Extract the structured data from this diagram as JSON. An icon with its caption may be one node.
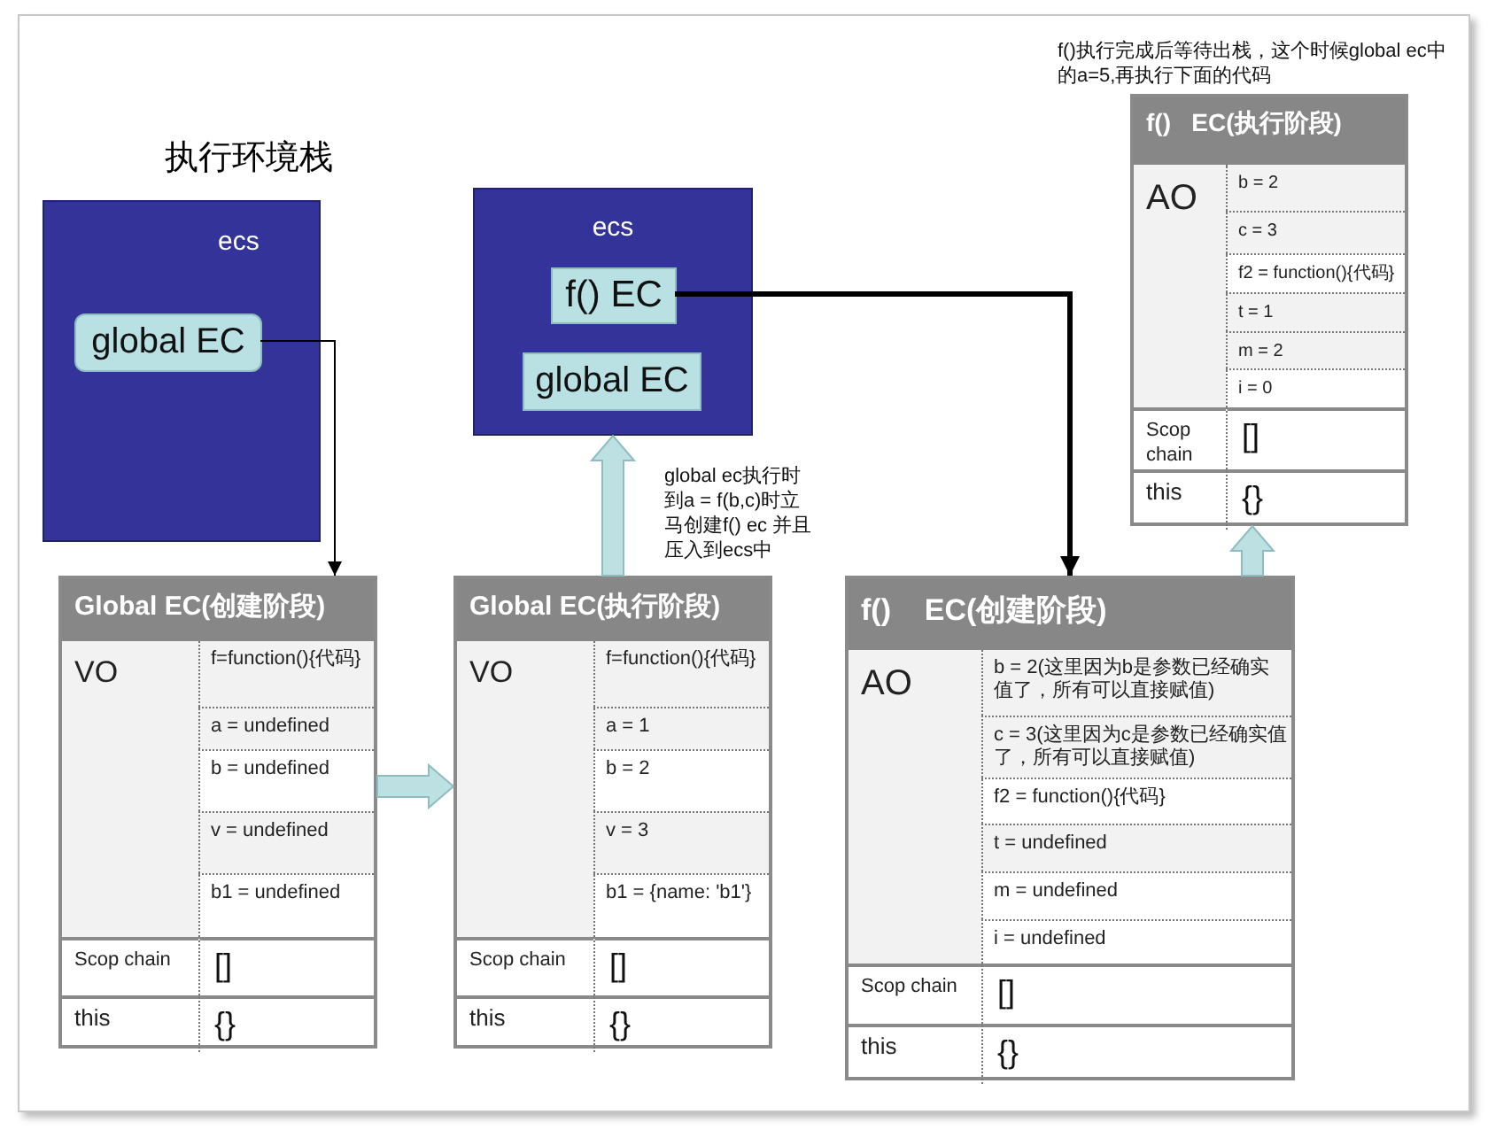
{
  "diagram": {
    "title": "执行环境栈",
    "nodes": [
      {
        "text": [
          "ecs"
        ]
      },
      {
        "text": [
          "global EC"
        ],
        "in": 0
      },
      {
        "text": [
          "ecs"
        ]
      },
      {
        "text": [
          "f() EC"
        ],
        "in": 2
      },
      {
        "text": [
          "global EC"
        ],
        "in": 2
      },
      {
        "text": [
          "Global EC(创建阶段)",
          "VO",
          "f=function(){代码}",
          "a = undefined",
          "b = undefined",
          "v = undefined",
          "b1 = undefined",
          "Scop chain",
          "[]",
          "this",
          "{}"
        ]
      },
      {
        "text": [
          "Global EC(执行阶段)",
          "VO",
          "f=function(){代码}",
          "a = 1",
          "b = 2",
          "v = 3",
          "b1 = {name: 'b1'}",
          "Scop chain",
          "[]",
          "this",
          "{}"
        ]
      },
      {
        "text": [
          "f()    EC(创建阶段)",
          "AO",
          "b = 2(这里因为b是参数已经确实值了，所有可以直接赋值)",
          "c = 3(这里因为c是参数已经确实值了，所有可以直接赋值)",
          "f2 = function(){代码}",
          "t = undefined",
          "m = undefined",
          "i = undefined",
          "Scop chain",
          "[]",
          "this",
          "{}"
        ]
      },
      {
        "text": [
          "f()   EC(执行阶段)",
          "AO",
          "b = 2",
          "c = 3",
          "f2 = function(){代码}",
          "t = 1",
          "m = 2",
          "i = 0",
          "Scop chain",
          "[]",
          "this",
          "{}"
        ]
      }
    ],
    "edges": [
      {
        "from": 1,
        "to": 5,
        "arrow": "to",
        "color": "#000000"
      },
      {
        "from": 5,
        "to": 6,
        "arrow": "to"
      },
      {
        "from": 6,
        "to": 2,
        "arrow": "to"
      },
      {
        "from": 3,
        "to": 7,
        "arrow": "to",
        "color": "#000000",
        "style": "thick"
      },
      {
        "from": 7,
        "to": 8,
        "arrow": "to"
      }
    ],
    "labels": [
      "f()执行完成后等待出栈，这个时候global ec中的a=5,再执行下面的代码",
      "global ec执行时到a = f(b,c)时立马创建f() ec 并且压入到ecs中"
    ]
  }
}
